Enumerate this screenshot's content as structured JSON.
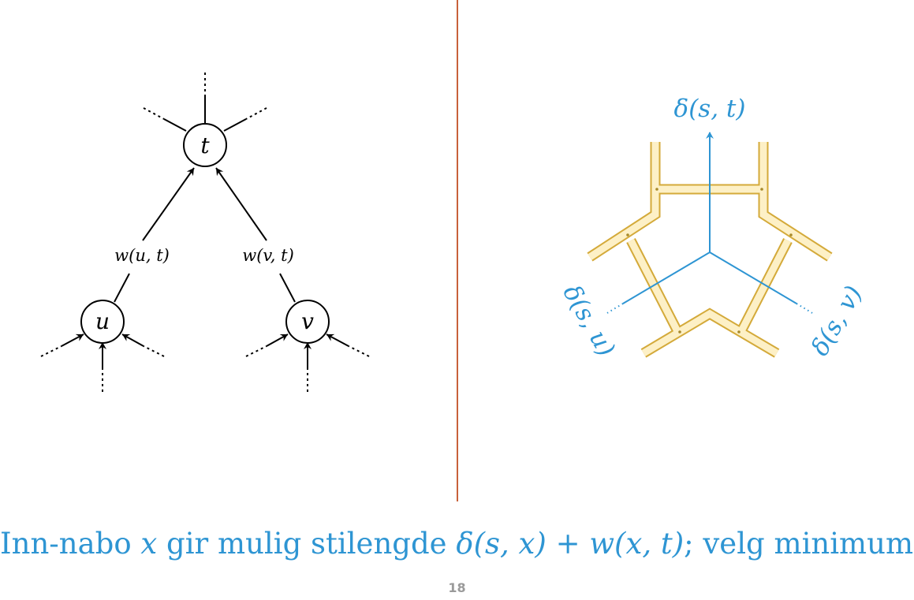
{
  "left_diagram": {
    "nodes": {
      "t": "t",
      "u": "u",
      "v": "v"
    },
    "edge_labels": {
      "ut": "w(u, t)",
      "vt": "w(v, t)"
    }
  },
  "right_diagram": {
    "label_top": "δ(s, t)",
    "label_left": "δ(s, u)",
    "label_right": "δ(s, v)"
  },
  "caption": {
    "pre": "Inn-nabo ",
    "var_x": "x",
    "mid": " gir mulig stilengde ",
    "formula": "δ(s, x) + w(x, t)",
    "post": "; velg minimum!"
  },
  "page_number": "18",
  "colors": {
    "accent": "#2e95d3",
    "divider": "#c8613a",
    "wall_fill": "#fdf0c6",
    "wall_stroke": "#d4aa3a",
    "ink": "#000000"
  }
}
